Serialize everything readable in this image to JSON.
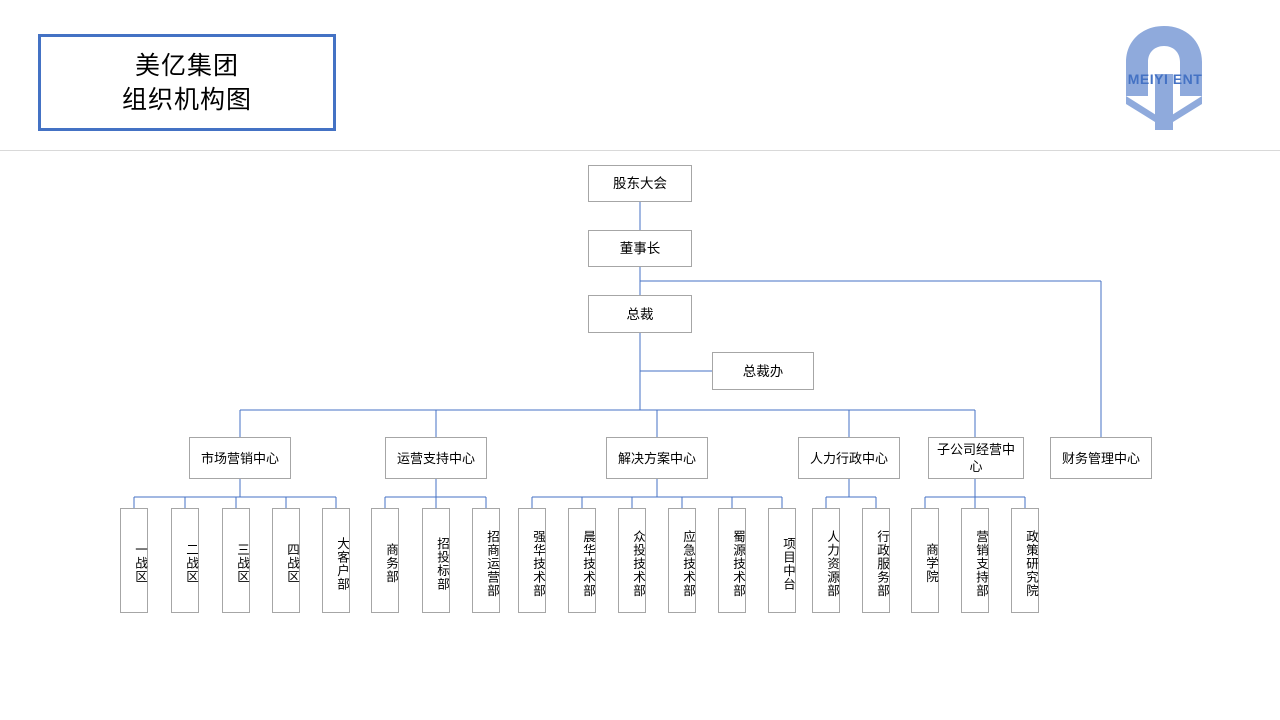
{
  "header": {
    "title_line1": "美亿集团",
    "title_line2": "组织机构图",
    "logo_text": "MEIYI ENT",
    "logo_icon": "meiyi-m-logo-icon",
    "brand_color": "#4472c4",
    "logo_fill": "#8faadc",
    "divider_color": "#d9d9d9"
  },
  "chart_style": {
    "node_border_color": "#a6a6a6",
    "connector_color": "#4472c4",
    "node_background": "#ffffff"
  },
  "org": {
    "shareholders": {
      "label": "股东大会"
    },
    "chairman": {
      "label": "董事长"
    },
    "president": {
      "label": "总裁"
    },
    "president_office": {
      "label": "总裁办"
    },
    "centers": [
      {
        "label": "市场营销中心",
        "children": [
          {
            "label": "一战区"
          },
          {
            "label": "二战区"
          },
          {
            "label": "三战区"
          },
          {
            "label": "四战区"
          },
          {
            "label": "大客户部"
          }
        ]
      },
      {
        "label": "运营支持中心",
        "children": [
          {
            "label": "商务部"
          },
          {
            "label": "招投标部"
          },
          {
            "label": "招商运营部"
          }
        ]
      },
      {
        "label": "解决方案中心",
        "children": [
          {
            "label": "强华技术部"
          },
          {
            "label": "晨华技术部"
          },
          {
            "label": "众投技术部"
          },
          {
            "label": "应急技术部"
          },
          {
            "label": "蜀源技术部"
          },
          {
            "label": "项目中台"
          }
        ]
      },
      {
        "label": "人力行政中心",
        "children": [
          {
            "label": "人力资源部"
          },
          {
            "label": "行政服务部"
          }
        ]
      },
      {
        "label": "子公司经营中心",
        "children": [
          {
            "label": "商学院"
          },
          {
            "label": "营销支持部"
          },
          {
            "label": "政策研究院"
          }
        ]
      },
      {
        "label": "财务管理中心",
        "children": []
      }
    ]
  }
}
